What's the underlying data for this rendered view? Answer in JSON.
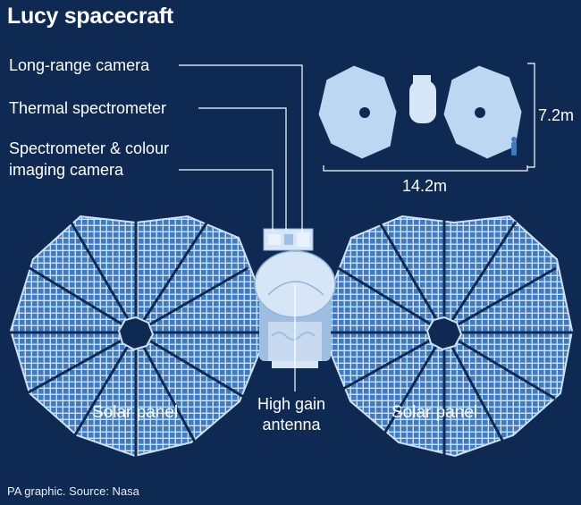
{
  "title": "Lucy spacecraft",
  "labels": {
    "long_range_camera": "Long-range camera",
    "thermal_spectrometer": "Thermal spectrometer",
    "spectrometer_line1": "Spectrometer & colour",
    "spectrometer_line2": "imaging camera",
    "high_gain_line1": "High gain",
    "high_gain_line2": "antenna",
    "solar_panel_left": "Solar panel",
    "solar_panel_right": "Solar panel"
  },
  "dimensions": {
    "width": "14.2m",
    "height": "7.2m"
  },
  "source": "PA graphic. Source: Nasa",
  "colors": {
    "background": "#0e2a52",
    "panel_cell": "#3f7fc6",
    "panel_grid": "#c9dcf2",
    "silhouette": "#bcd7f1",
    "body": "#d7e6f6",
    "line": "#ffffff"
  }
}
